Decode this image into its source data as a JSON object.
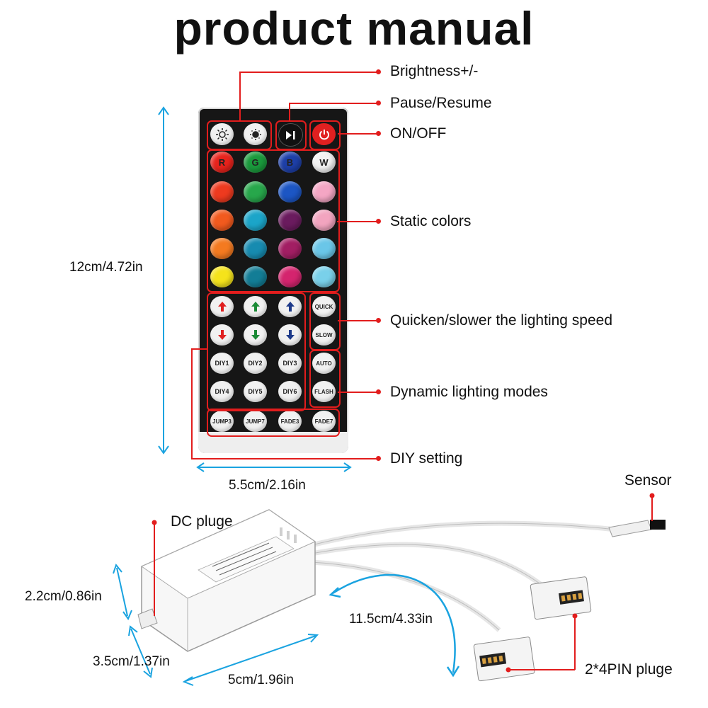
{
  "title": "product manual",
  "labels": {
    "brightness": "Brightness+/-",
    "pause": "Pause/Resume",
    "onoff": "ON/OFF",
    "static": "Static colors",
    "quicken": "Quicken/slower the lighting speed",
    "dynamic": "Dynamic lighting modes",
    "diy": "DIY setting",
    "sensor": "Sensor",
    "dc": "DC pluge",
    "pin": "2*4PIN pluge"
  },
  "dimensions": {
    "height": "12cm/4.72in",
    "width": "5.5cm/2.16in",
    "ctrl_h": "2.2cm/0.86in",
    "ctrl_w": "3.5cm/1.37in",
    "ctrl_l": "5cm/1.96in",
    "cable": "11.5cm/4.33in"
  },
  "remote": {
    "color_letters": [
      "R",
      "G",
      "B",
      "W"
    ],
    "speed_buttons": [
      "QUICK",
      "SLOW"
    ],
    "diy_buttons": [
      "DIY1",
      "DIY2",
      "DIY3",
      "DIY4",
      "DIY5",
      "DIY6"
    ],
    "mode_buttons": [
      "AUTO",
      "FLASH"
    ],
    "jump_buttons": [
      "JUMP3",
      "JUMP7",
      "FADE3",
      "FADE7"
    ]
  },
  "colors": {
    "accent_red": "#e21d1d",
    "dimension_cyan": "#1aa3e0"
  }
}
